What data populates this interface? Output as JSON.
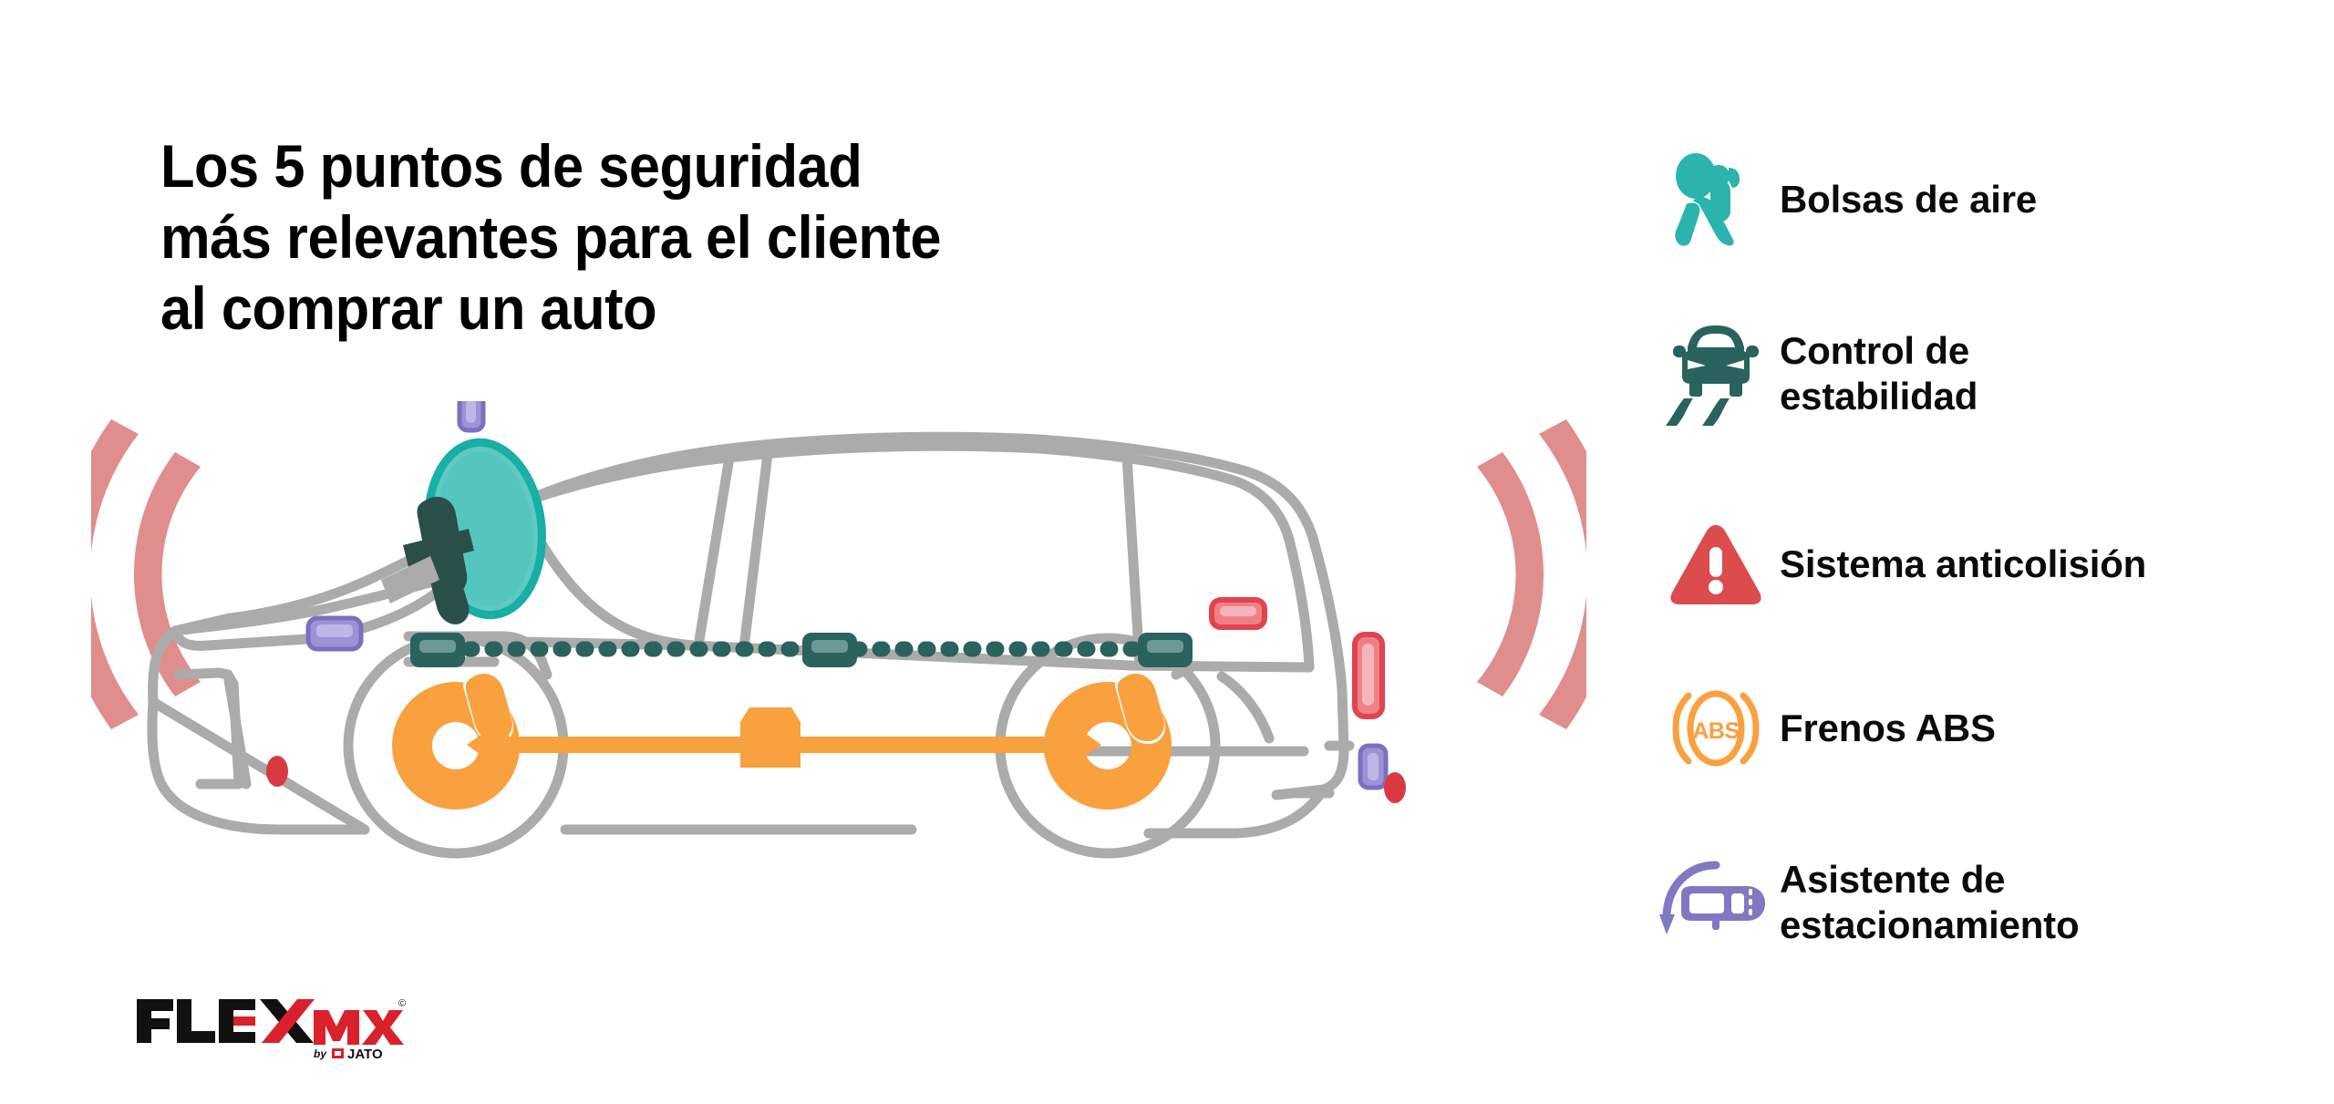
{
  "headline": {
    "line1": "Los 5 puntos de seguridad",
    "line2": "más relevantes para el cliente",
    "line3": "al comprar un auto"
  },
  "legend": {
    "items": [
      {
        "id": "airbags",
        "icon": "airbag-icon",
        "label": "Bolsas de aire",
        "color": "#2BB3AD"
      },
      {
        "id": "stability-control",
        "icon": "stability-control-icon",
        "label": "Control de\nestabilidad",
        "color": "#2A625E"
      },
      {
        "id": "anticollision-system",
        "icon": "warning-triangle-icon",
        "label": "Sistema anticolisión",
        "color": "#DC4C4C"
      },
      {
        "id": "abs-brakes",
        "icon": "abs-icon",
        "label": "Frenos ABS",
        "color": "#F9A03F"
      },
      {
        "id": "parking-assist",
        "icon": "parking-assist-icon",
        "label": "Asistente de\nestacionamiento",
        "color": "#8178C4"
      }
    ]
  },
  "car_diagram": {
    "alt": "Ilustración lateral de un auto con los cinco sistemas de seguridad resaltados",
    "body_outline_color": "#ABABAB",
    "airbag_color": "#3FBDB5",
    "steering_wheel_color": "#2A4F4B",
    "abs_color": "#F9A03F",
    "stability_line_color": "#2A625E",
    "parking_sensor_color": "#8178C4",
    "collision_wave_color": "#E08D8D",
    "brake_light_color": "#E8545A"
  },
  "logo": {
    "flex": "FLEX",
    "mx": "MX",
    "byline": "by",
    "brand": "JATO",
    "copyright": "©",
    "flex_color": "#111111",
    "accent_color": "#D8212B"
  }
}
